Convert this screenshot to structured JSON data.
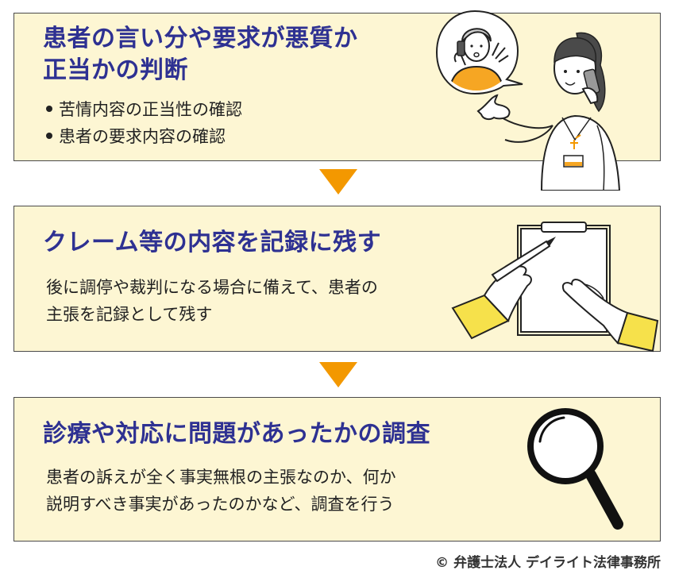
{
  "steps": [
    {
      "title_lines": [
        "患者の言い分や要求が悪質か",
        "正当かの判断"
      ],
      "bullets": [
        "苦情内容の正当性の確認",
        "患者の要求内容の確認"
      ]
    },
    {
      "title_lines": [
        "クレーム等の内容を記録に残す"
      ],
      "body_lines": [
        "後に調停や裁判になる場合に備えて、患者の",
        "主張を記録として残す"
      ]
    },
    {
      "title_lines": [
        "診療や対応に問題があったかの調査"
      ],
      "body_lines": [
        "患者の訴えが全く事実無根の主張なのか、何か",
        "説明すべき事実があったのかなど、調査を行う"
      ]
    }
  ],
  "copyright": "© 弁護士法人 デイライト法律事務所",
  "colors": {
    "title": "#2e3192",
    "box_fill": "#fdf6d3",
    "arrow": "#f39800",
    "sleeve": "#f6e14b"
  },
  "icons": {
    "step1": "nurse-on-phone-icon",
    "step2": "clipboard-writing-icon",
    "step3": "magnifying-glass-icon"
  }
}
